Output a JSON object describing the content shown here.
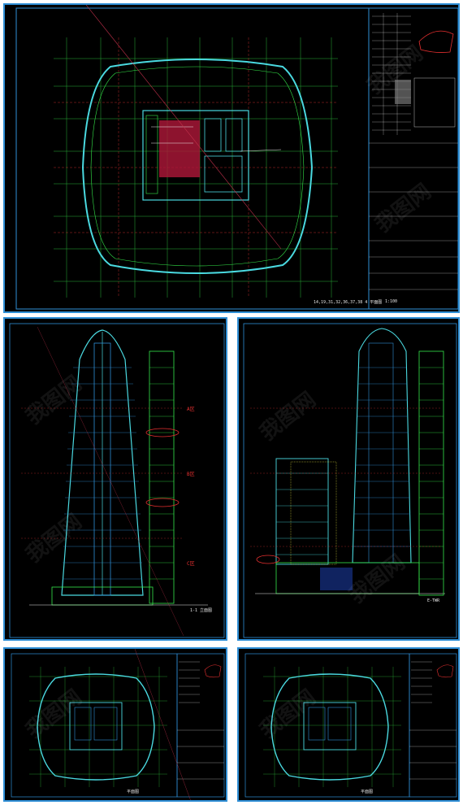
{
  "sheets": {
    "top_plan": {
      "caption": "14,19,31,32,36,37,38 4 平面图",
      "scale": "1:100"
    },
    "elev_left": {
      "caption": "1-1 立面图"
    },
    "elev_right": {
      "caption": "E-TWR"
    },
    "plan_bl": {
      "caption": "平面图"
    },
    "plan_br": {
      "caption": "平面图"
    }
  },
  "elevation_marks": [
    "A区",
    "B区",
    "C区"
  ],
  "watermark": "我图网",
  "colors": {
    "sheet_border": "#2f8fd6",
    "background": "#000000",
    "grid": "#35e84a",
    "wall": "#4ad9e0",
    "dim": "#e83030",
    "accent": "#e8e840",
    "core_fill": "#b0183a"
  }
}
